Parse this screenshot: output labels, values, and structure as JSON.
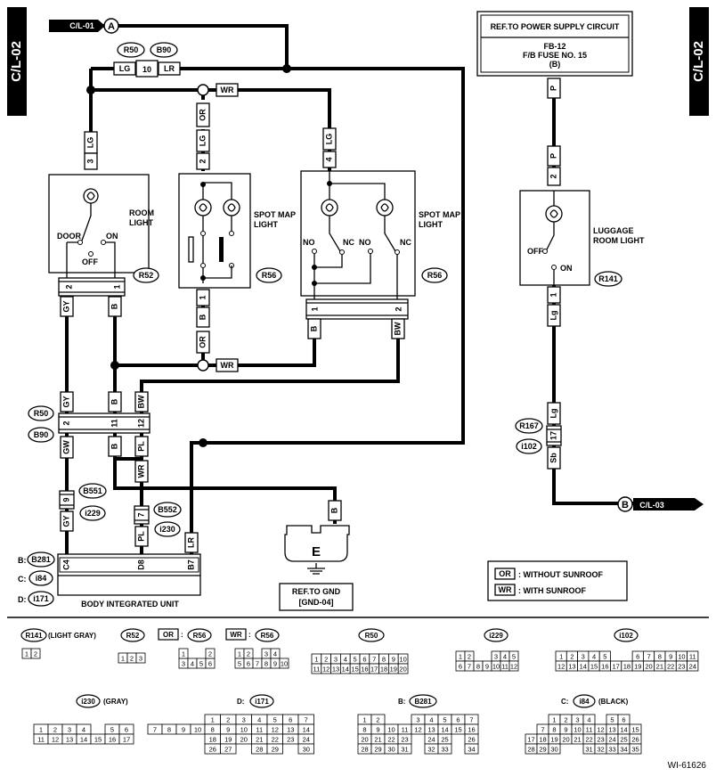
{
  "page": {
    "tab_left": "C/L-02",
    "tab_right": "C/L-02",
    "diagram_id": "WI-61626"
  },
  "power": {
    "ref_title": "REF.TO POWER SUPPLY CIRCUIT",
    "fuse_line1": "FB-12",
    "fuse_line2": "F/B FUSE NO. 15",
    "fuse_line3": "(B)",
    "p_wire": "P",
    "p_wire2": "P"
  },
  "top": {
    "conn_ref": "C/L-01",
    "marker_a": "A",
    "r50": "R50",
    "b90": "B90",
    "lg": "LG",
    "pin10": "10",
    "lr": "LR",
    "wr": "WR",
    "or": "OR",
    "lg2": "LG",
    "lg3": "LG"
  },
  "room_light": {
    "name1": "ROOM",
    "name2": "LIGHT",
    "door": "DOOR",
    "on": "ON",
    "off": "OFF",
    "pin_top": "3",
    "pin_l": "2",
    "pin_r": "1",
    "conn": "R52",
    "wire_gy": "GY",
    "wire_b": "B"
  },
  "spot1": {
    "name1": "SPOT MAP",
    "name2": "LIGHT",
    "pin_top": "2",
    "pin_bot": "1",
    "conn": "R56",
    "wire_b": "B",
    "wire_or": "OR",
    "wire_wr": "WR"
  },
  "spot2": {
    "name1": "SPOT MAP",
    "name2": "LIGHT",
    "pin_top": "4",
    "no1": "NO",
    "nc1": "NC",
    "no2": "NO",
    "nc2": "NC",
    "pin_l": "1",
    "pin_r": "2",
    "conn": "R56",
    "wire_b": "B",
    "wire_bw": "BW"
  },
  "luggage": {
    "name1": "LUGGAGE",
    "name2": "ROOM LIGHT",
    "pin_top": "2",
    "off": "OFF",
    "on": "ON",
    "pin_bot": "1",
    "conn": "R141",
    "wire_lg": "Lg",
    "wire_lg2": "Lg",
    "pin17": "17",
    "wire_sb": "Sb",
    "r167": "R167",
    "i102": "i102",
    "conn_ref": "C/L-03",
    "marker_b": "B"
  },
  "mid": {
    "r50": "R50",
    "b90": "B90",
    "gy": "GY",
    "b": "B",
    "bw": "BW",
    "pin2": "2",
    "pin11": "11",
    "pin12": "12",
    "gw": "GW",
    "b2": "B",
    "pl": "PL",
    "wr": "WR",
    "b551": "B551",
    "i229": "i229",
    "pin9": "9",
    "gy2": "GY",
    "b552": "B552",
    "i230": "i230",
    "pin7": "7",
    "pl2": "PL",
    "lr": "LR"
  },
  "biu": {
    "b_label": "B:",
    "b_conn": "B281",
    "c_label": "C:",
    "c_conn": "i84",
    "d_label": "D:",
    "d_conn": "i171",
    "pin_c4": "C4",
    "pin_d8": "D8",
    "pin_b7": "B7",
    "name": "BODY INTEGRATED UNIT"
  },
  "ground": {
    "wire_b": "B",
    "e": "E",
    "ref1": "REF.TO GND",
    "ref2": "[GND-04]"
  },
  "legend": {
    "or": "OR",
    "or_text": ": WITHOUT SUNROOF",
    "wr": "WR",
    "wr_text": ": WITH SUNROOF"
  },
  "connectors": {
    "r141": "R141",
    "r141_note": "(LIGHT GRAY)",
    "r52": "R52",
    "or": "OR",
    "colon1": ":",
    "r56a": "R56",
    "wr": "WR",
    "colon2": ":",
    "r56b": "R56",
    "r50": "R50",
    "i229": "i229",
    "i102": "i102",
    "i230": "i230",
    "i230_note": "(GRAY)",
    "d_prefix": "D:",
    "i171": "i171",
    "b_prefix": "B:",
    "b281": "B281",
    "c_prefix": "C:",
    "i84": "i84",
    "i84_note": "(BLACK)"
  }
}
